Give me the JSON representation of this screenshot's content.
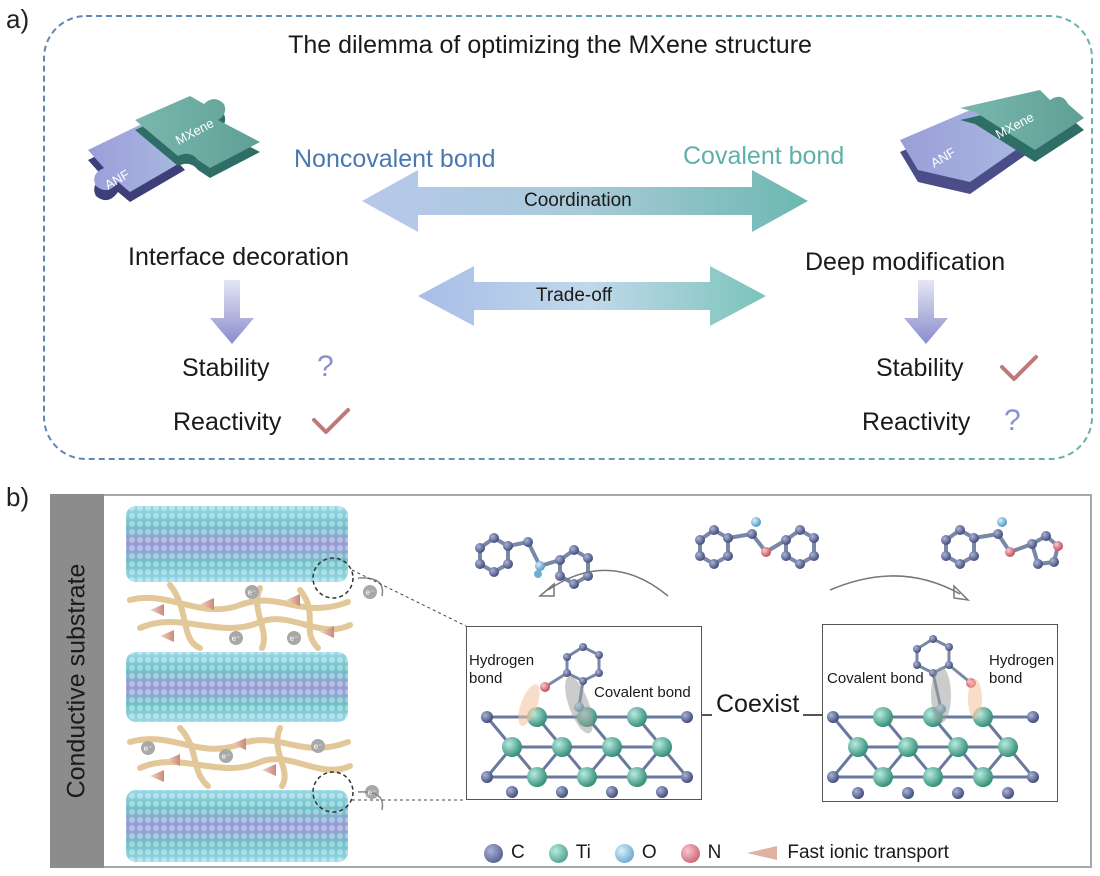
{
  "panel_a": {
    "letter": "a)",
    "title": "The dilemma of optimizing the MXene structure",
    "left_puzzle": {
      "piece_1": "ANF",
      "piece_2": "MXene"
    },
    "right_puzzle": {
      "piece_1": "ANF",
      "piece_2": "MXene"
    },
    "noncovalent_label": "Noncovalent bond",
    "covalent_label": "Covalent bond",
    "coordination_label": "Coordination",
    "tradeoff_label": "Trade-off",
    "left_title": "Interface decoration",
    "right_title": "Deep modification",
    "left_stability": "Stability",
    "left_reactivity": "Reactivity",
    "right_stability": "Stability",
    "right_reactivity": "Reactivity",
    "question_mark": "?",
    "colors": {
      "blue": "#4a78b0",
      "teal": "#5fb0ab",
      "purple": "#8b8fd0",
      "check": "#c07878",
      "frame": "#6c93b8"
    }
  },
  "panel_b": {
    "letter": "b)",
    "sidebar_label": "Conductive substrate",
    "electron_symbol": "e⁻",
    "left_inset": {
      "hydrogen_bond": "Hydrogen bond",
      "covalent_bond": "Covalent bond"
    },
    "right_inset": {
      "hydrogen_bond": "Hydrogen bond",
      "covalent_bond": "Covalent bond"
    },
    "coexist_label": "Coexist",
    "legend": [
      {
        "label": "C",
        "color": "#5a6896"
      },
      {
        "label": "Ti",
        "color": "#4fa890"
      },
      {
        "label": "O",
        "color": "#6eaed4"
      },
      {
        "label": "N",
        "color": "#d86878"
      },
      {
        "label": "Fast  ionic transport",
        "color": "#e8b8a8",
        "icon": "cone-icon"
      }
    ]
  }
}
